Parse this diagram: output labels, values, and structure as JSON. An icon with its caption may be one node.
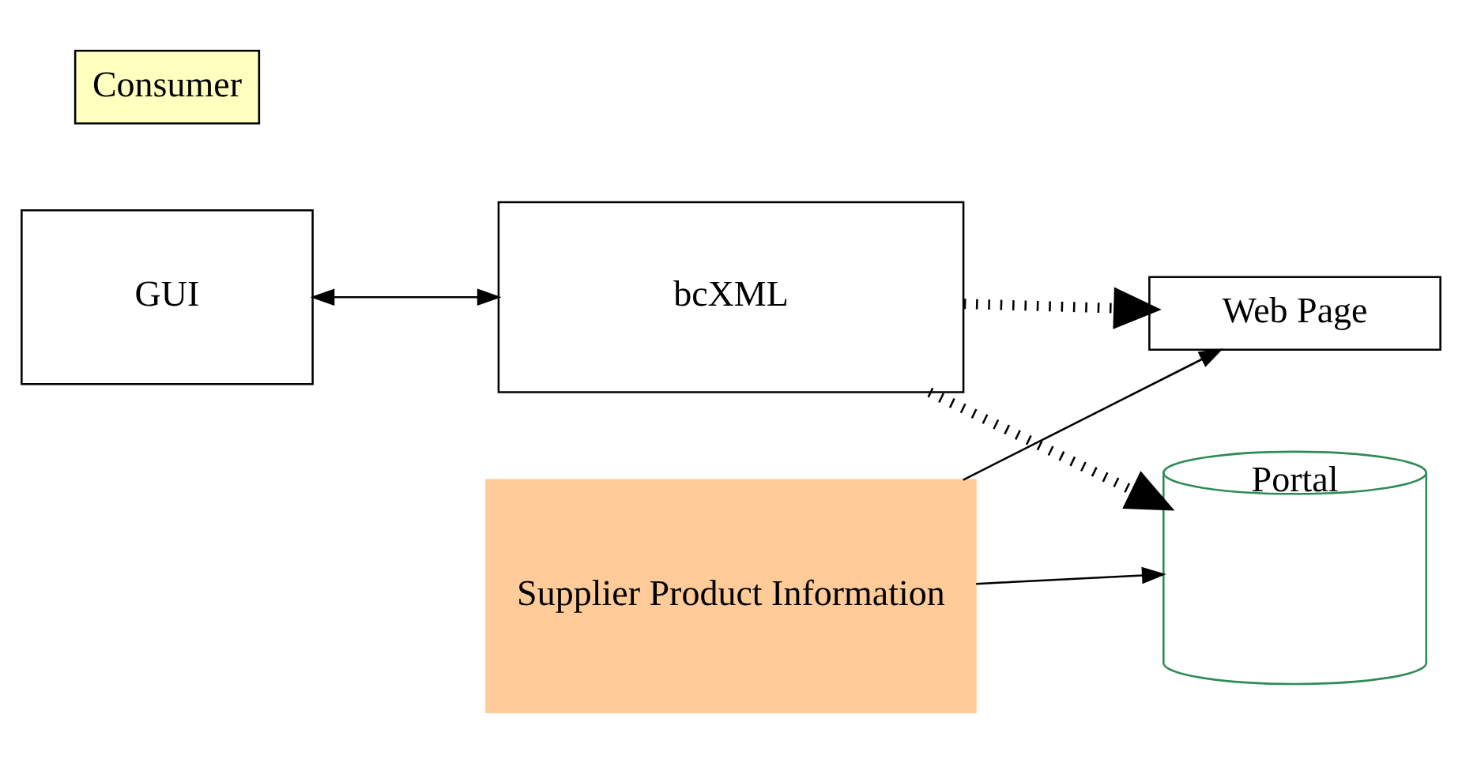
{
  "diagram": {
    "nodes": [
      {
        "text": [
          "Consumer"
        ]
      },
      {
        "text": [
          "GUI"
        ]
      },
      {
        "text": [
          "bcXML"
        ]
      },
      {
        "text": [
          "Web Page"
        ]
      },
      {
        "text": [
          "Portal"
        ]
      },
      {
        "text": [
          "Supplier Product Information"
        ]
      }
    ],
    "edges": [
      {
        "from": 1,
        "to": 2,
        "arrow": "both"
      },
      {
        "from": 2,
        "to": 3,
        "arrow": "to",
        "style": "dashed"
      },
      {
        "from": 2,
        "to": 4,
        "arrow": "to",
        "style": "dashed"
      },
      {
        "from": 5,
        "to": 3,
        "arrow": "to"
      },
      {
        "from": 5,
        "to": 4,
        "arrow": "to"
      }
    ]
  }
}
